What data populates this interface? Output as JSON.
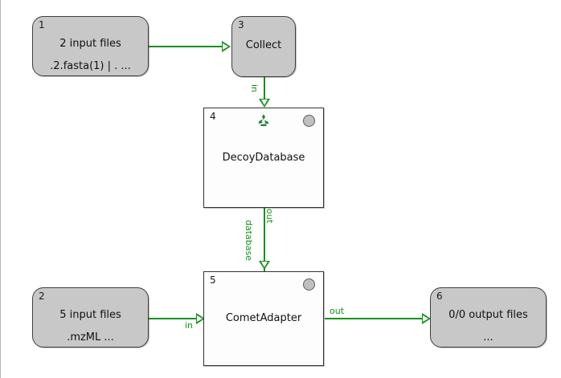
{
  "diagram": {
    "type": "workflow-graph",
    "background_color": "#ffffff",
    "edge_color": "#15911b",
    "io_node_color": "#c8c8c8",
    "tool_node_color": "#fdfdfd",
    "nodes": [
      {
        "id": "node-1",
        "index": "1",
        "kind": "input",
        "primary": "2 input files",
        "secondary": ".2.fasta(1) | . ..."
      },
      {
        "id": "node-2",
        "index": "2",
        "kind": "input",
        "primary": "5 input files",
        "secondary": ".mzML ..."
      },
      {
        "id": "node-3",
        "index": "3",
        "kind": "collect",
        "primary": "Collect",
        "secondary": ""
      },
      {
        "id": "node-4",
        "index": "4",
        "kind": "tool",
        "primary": "DecoyDatabase",
        "recycle_icon": "recycle-icon",
        "status_icon": "status-dot-idle"
      },
      {
        "id": "node-5",
        "index": "5",
        "kind": "tool",
        "primary": "CometAdapter",
        "status_icon": "status-dot-idle"
      },
      {
        "id": "node-6",
        "index": "6",
        "kind": "output",
        "primary": "0/0 output files",
        "secondary": "..."
      }
    ],
    "edges": [
      {
        "id": "edge-1-3",
        "from": "node-1",
        "to": "node-3",
        "label": ""
      },
      {
        "id": "edge-3-4",
        "from": "node-3",
        "to": "node-4",
        "label": "in"
      },
      {
        "id": "edge-4-5",
        "from": "node-4",
        "to": "node-5",
        "source_port": "out",
        "target_port": "database"
      },
      {
        "id": "edge-2-5",
        "from": "node-2",
        "to": "node-5",
        "label": "in"
      },
      {
        "id": "edge-5-6",
        "from": "node-5",
        "to": "node-6",
        "label": "out"
      }
    ]
  }
}
